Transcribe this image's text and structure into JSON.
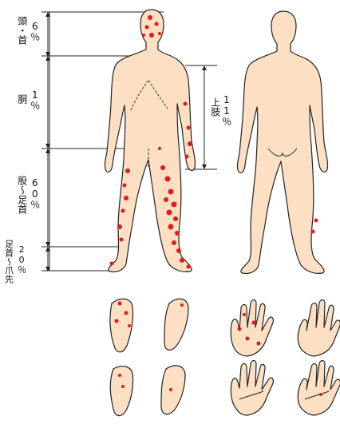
{
  "regions": [
    {
      "id": "head",
      "name": "頭・首",
      "percent": "6％"
    },
    {
      "id": "torso",
      "name": "胴",
      "percent": "1％"
    },
    {
      "id": "leg",
      "name": "股～足首",
      "percent": "60％"
    },
    {
      "id": "foot",
      "name": "足首～爪先",
      "percent": "20％"
    }
  ],
  "arm": {
    "name": "上肢",
    "percent": "11％"
  },
  "colors": {
    "skin": "#fddfc4",
    "rash": "#e21a1a",
    "outline": "#222222"
  }
}
